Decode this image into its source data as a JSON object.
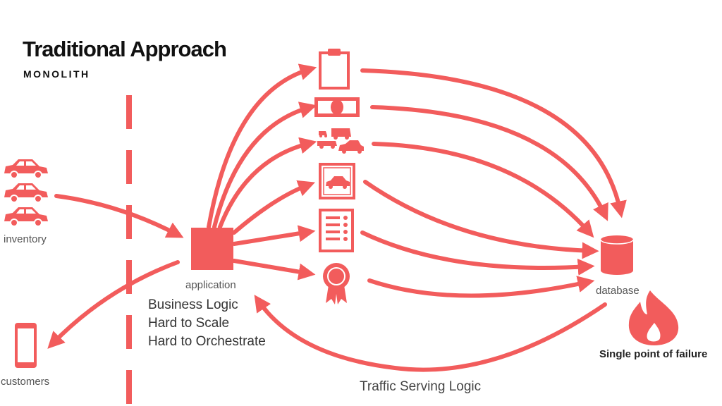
{
  "title": "Traditional Approach",
  "subtitle": "MONOLITH",
  "labels": {
    "inventory": "inventory",
    "customers": "customers",
    "application": "application",
    "database": "database",
    "single_point_of_failure": "Single point of failure",
    "traffic_serving_logic": "Traffic Serving Logic"
  },
  "notes": [
    "Business Logic",
    "Hard to Scale",
    "Hard to Orchestrate"
  ],
  "icons": [
    "car-icon",
    "phone-icon",
    "clipboard-icon",
    "money-icon",
    "vehicles-icon",
    "framed-car-icon",
    "checklist-icon",
    "award-icon",
    "database-icon",
    "fire-icon"
  ],
  "colors": {
    "accent": "#f25c5c",
    "text": "#111111"
  }
}
